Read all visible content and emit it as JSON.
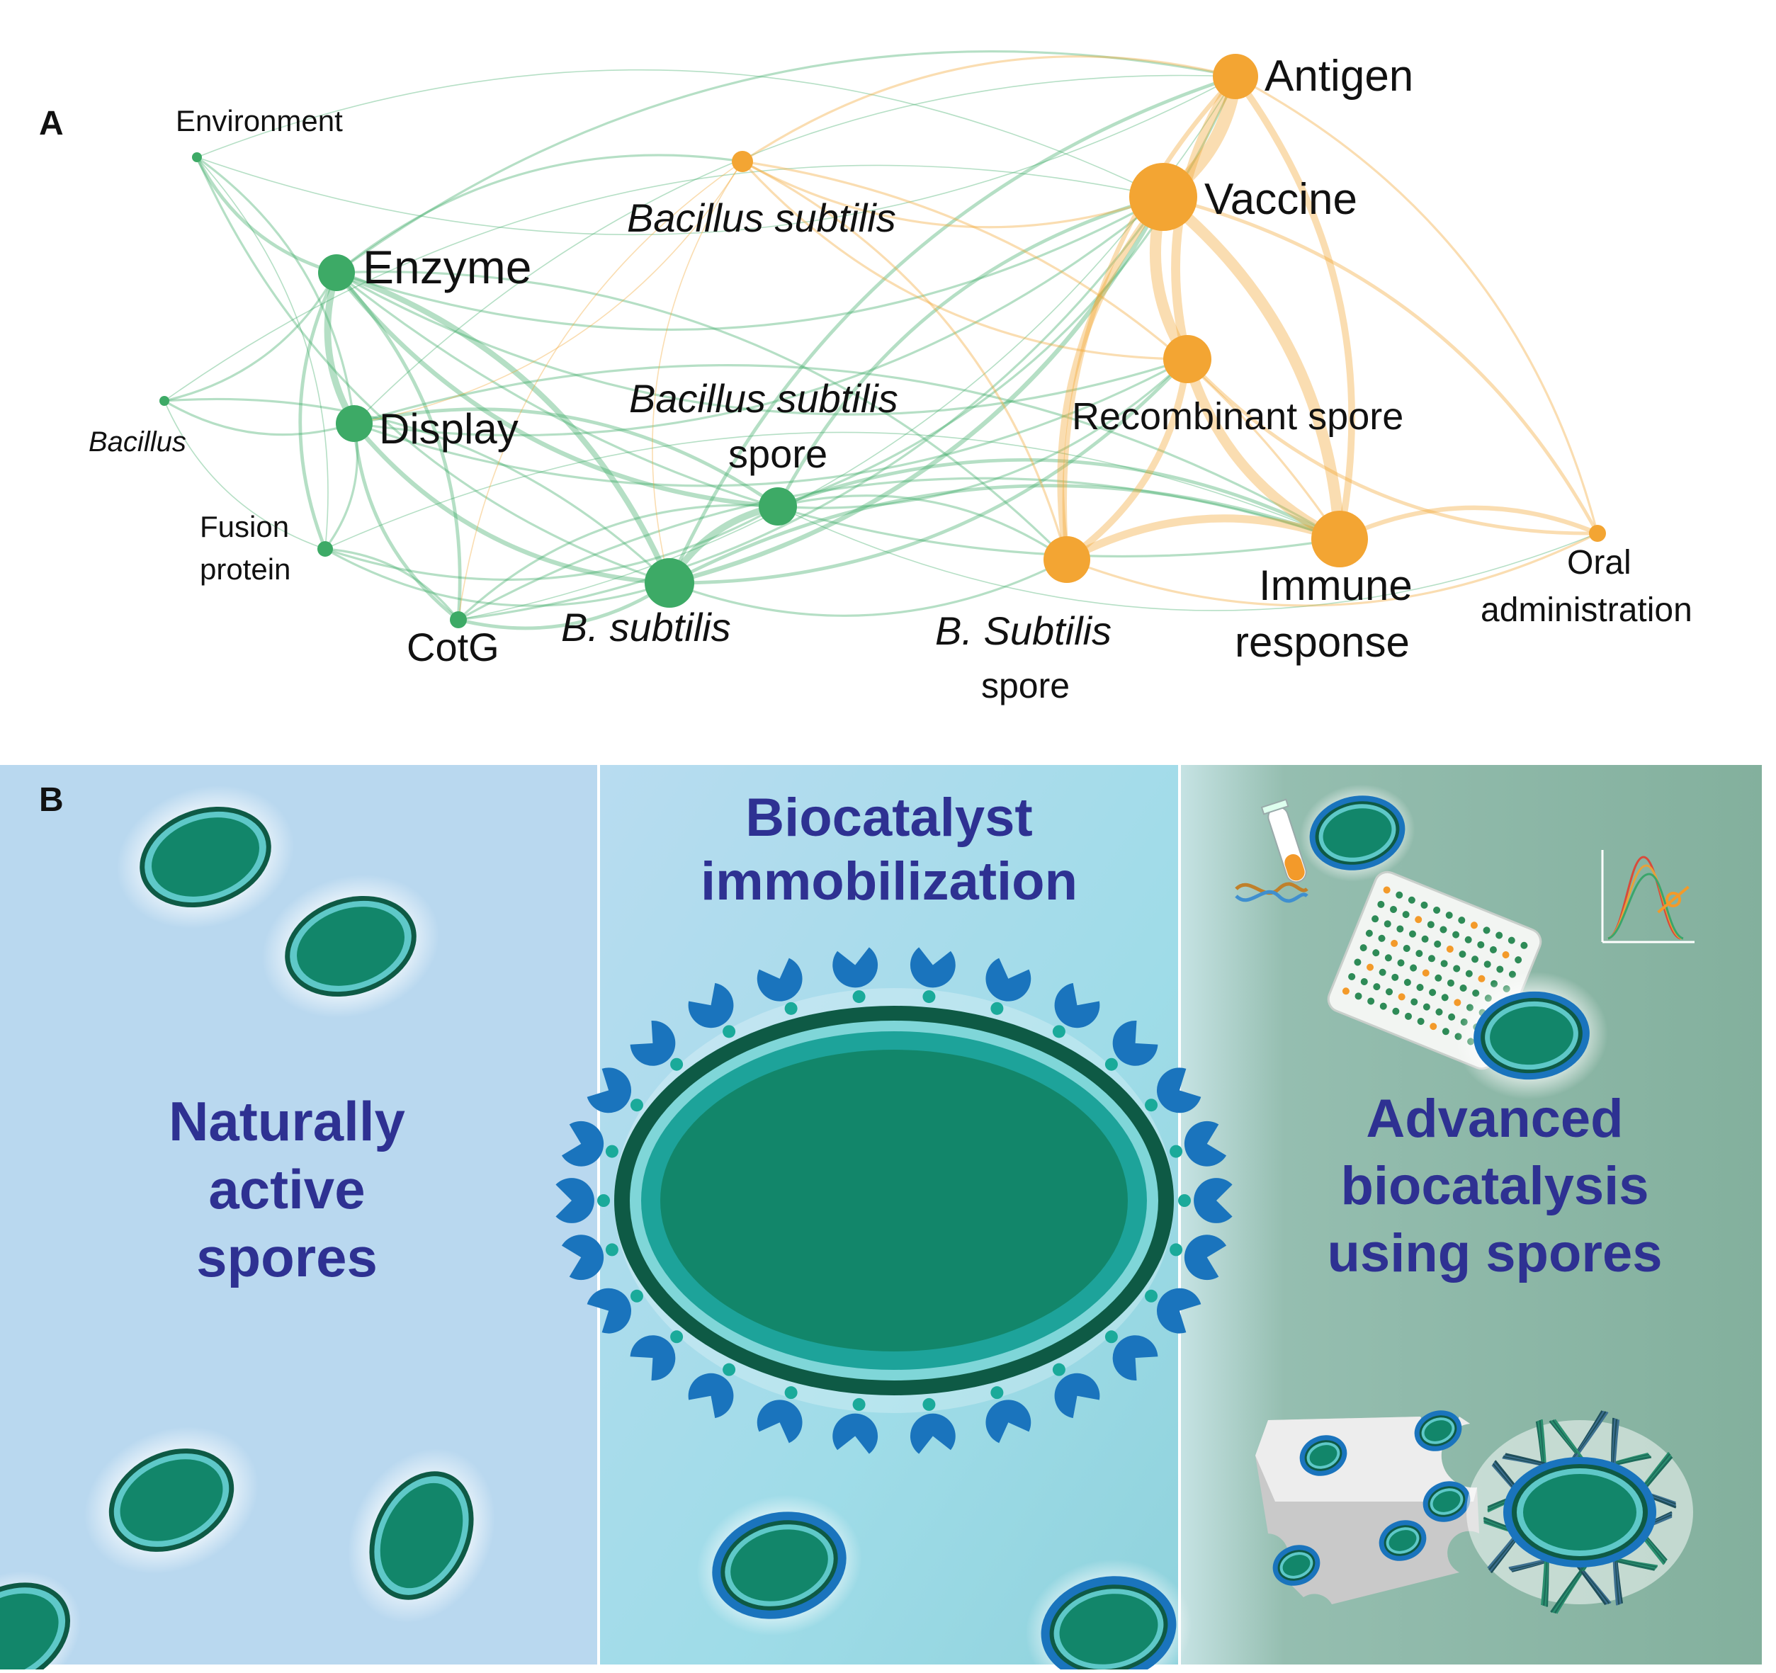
{
  "panel_a": {
    "label": "A",
    "colors": {
      "green_cluster": "#3daa66",
      "orange_cluster": "#f3a533"
    },
    "nodes": [
      {
        "id": "environment",
        "label": "Environment",
        "cluster": "green",
        "italic": false
      },
      {
        "id": "enzyme",
        "label": "Enzyme",
        "cluster": "green",
        "italic": false
      },
      {
        "id": "bacillus",
        "label": "Bacillus",
        "cluster": "green",
        "italic": true
      },
      {
        "id": "display",
        "label": "Display",
        "cluster": "green",
        "italic": false
      },
      {
        "id": "fusion",
        "label_lines": [
          "Fusion",
          "protein"
        ],
        "cluster": "green",
        "italic": false
      },
      {
        "id": "cotg",
        "label": "CotG",
        "cluster": "green",
        "italic": false
      },
      {
        "id": "bsub",
        "label": "B. subtilis",
        "cluster": "green",
        "italic": true
      },
      {
        "id": "bss",
        "label_lines": [
          "Bacillus subtilis",
          "spore"
        ],
        "cluster": "green",
        "italic": true
      },
      {
        "id": "bacsub",
        "label": "Bacillus subtilis",
        "cluster": "orange",
        "italic": true
      },
      {
        "id": "antigen",
        "label": "Antigen",
        "cluster": "orange",
        "italic": false
      },
      {
        "id": "vaccine",
        "label": "Vaccine",
        "cluster": "orange",
        "italic": false
      },
      {
        "id": "recomb",
        "label": "Recombinant spore",
        "cluster": "orange",
        "italic": false
      },
      {
        "id": "bsubspore",
        "label_lines": [
          "B. Subtilis",
          "spore"
        ],
        "cluster": "orange",
        "italic": true
      },
      {
        "id": "immune",
        "label_lines": [
          "Immune",
          "response"
        ],
        "cluster": "orange",
        "italic": false
      },
      {
        "id": "oral",
        "label_lines": [
          "Oral",
          "administration"
        ],
        "cluster": "orange",
        "italic": false
      }
    ]
  },
  "panel_b": {
    "label": "B",
    "sections": [
      {
        "id": "natural",
        "title_lines": [
          "Naturally",
          "active",
          "spores"
        ]
      },
      {
        "id": "immobilization",
        "title_lines": [
          "Biocatalyst",
          "immobilization"
        ]
      },
      {
        "id": "advanced",
        "title_lines": [
          "Advanced",
          "biocatalysis",
          "using spores"
        ]
      }
    ],
    "colors": {
      "title": "#2e3192",
      "spore_core": "#12866a",
      "spore_outer": "#0e5a45",
      "spore_coat": "#5ec8c8",
      "enzyme": "#1a74bd",
      "linker": "#1aaa9a",
      "left_bg": "#b9d8ef",
      "middle_bg": "#a6dcea",
      "right_bg": "#86b3a0"
    }
  }
}
